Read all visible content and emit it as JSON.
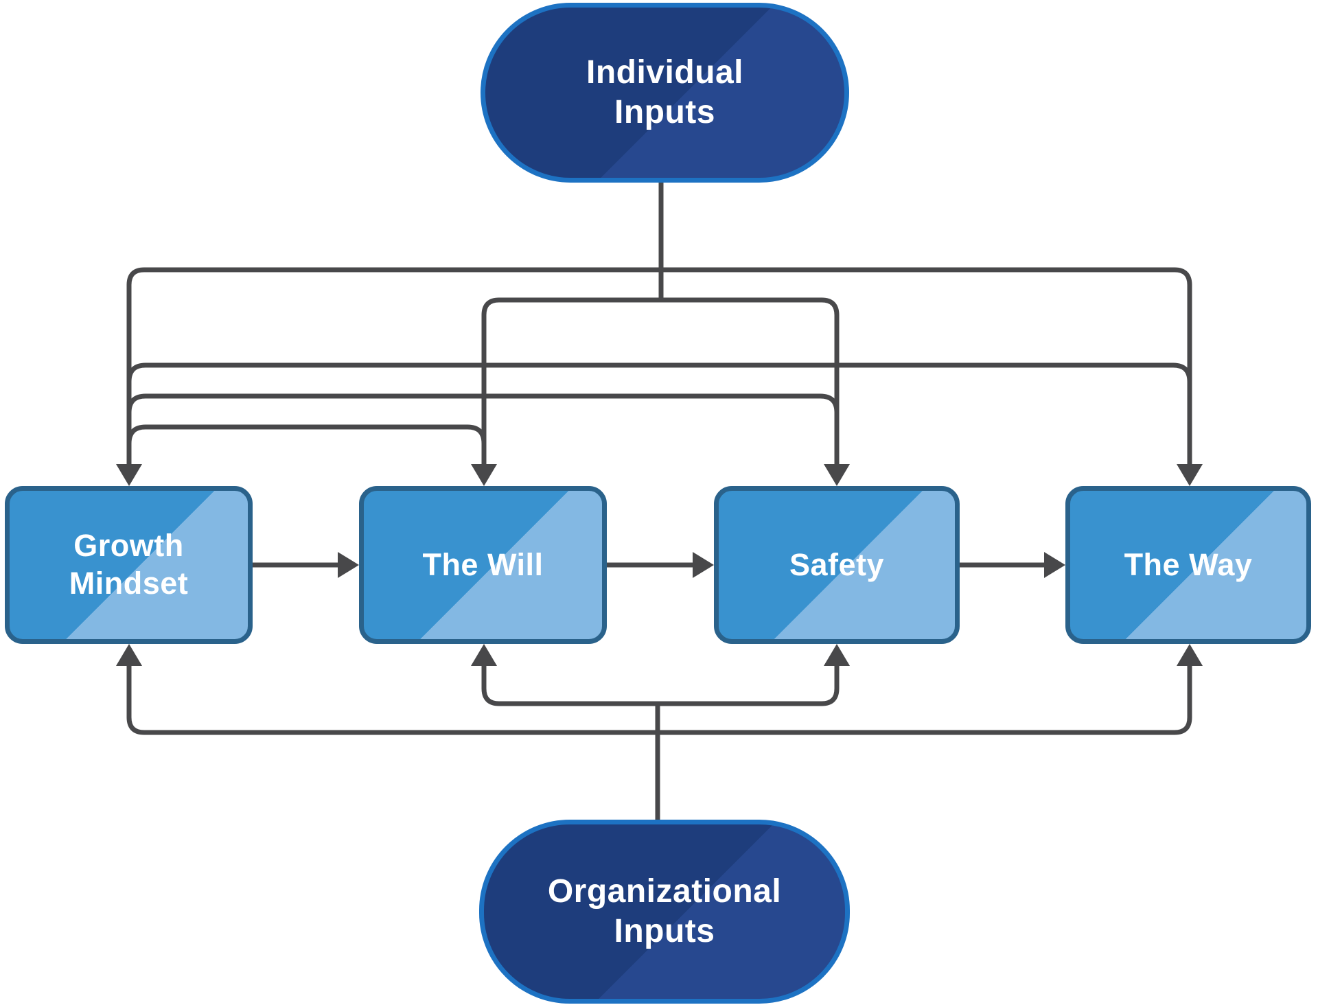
{
  "diagram": {
    "type": "flowchart",
    "background": "#ffffff",
    "nodes": {
      "individual_inputs": {
        "label": "Individual Inputs",
        "lines": [
          "Individual",
          "Inputs"
        ],
        "shape": "rounded-pill"
      },
      "growth_mindset": {
        "label": "Growth Mindset",
        "lines": [
          "Growth",
          "Mindset"
        ],
        "shape": "rounded-box"
      },
      "the_will": {
        "label": "The Will",
        "lines": [
          "The Will"
        ],
        "shape": "rounded-box"
      },
      "safety": {
        "label": "Safety",
        "lines": [
          "Safety"
        ],
        "shape": "rounded-box"
      },
      "the_way": {
        "label": "The Way",
        "lines": [
          "The Way"
        ],
        "shape": "rounded-box"
      },
      "organizational_inputs": {
        "label": "Organizational Inputs",
        "lines": [
          "Organizational",
          "Inputs"
        ],
        "shape": "rounded-pill"
      }
    },
    "edges": [
      {
        "from": "individual_inputs",
        "to": "growth_mindset",
        "style": "elbow-arrow"
      },
      {
        "from": "individual_inputs",
        "to": "the_will",
        "style": "elbow-arrow"
      },
      {
        "from": "individual_inputs",
        "to": "safety",
        "style": "elbow-arrow"
      },
      {
        "from": "individual_inputs",
        "to": "the_way",
        "style": "elbow-arrow"
      },
      {
        "from": "growth_mindset",
        "to": "the_will",
        "style": "straight-arrow"
      },
      {
        "from": "the_will",
        "to": "safety",
        "style": "straight-arrow"
      },
      {
        "from": "safety",
        "to": "the_way",
        "style": "straight-arrow"
      },
      {
        "from": "organizational_inputs",
        "to": "growth_mindset",
        "style": "elbow-arrow"
      },
      {
        "from": "organizational_inputs",
        "to": "the_will",
        "style": "elbow-arrow"
      },
      {
        "from": "organizational_inputs",
        "to": "safety",
        "style": "elbow-arrow"
      },
      {
        "from": "organizational_inputs",
        "to": "the_way",
        "style": "elbow-arrow"
      }
    ],
    "colors": {
      "connector": "#48484a",
      "pill_fill": "#1e3d7c",
      "pill_sheen": "#27488f",
      "pill_border": "#1d72c3",
      "box_fill": "#3992cf",
      "box_sheen": "#83b8e3",
      "box_border": "#2a628b",
      "text": "#ffffff"
    }
  }
}
